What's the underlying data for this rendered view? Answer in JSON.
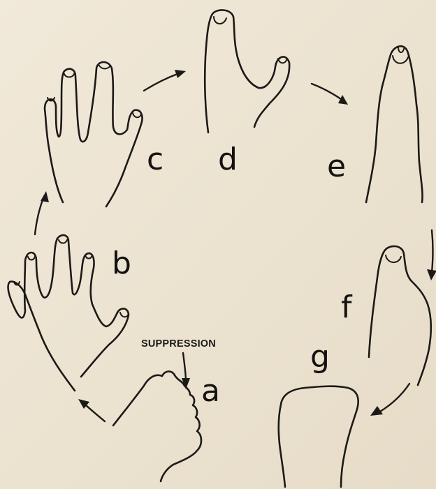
{
  "diagram": {
    "stages": [
      {
        "id": "a",
        "label": "a"
      },
      {
        "id": "b",
        "label": "b"
      },
      {
        "id": "c",
        "label": "c"
      },
      {
        "id": "d",
        "label": "d"
      },
      {
        "id": "e",
        "label": "e"
      },
      {
        "id": "f",
        "label": "f"
      },
      {
        "id": "g",
        "label": "g"
      }
    ],
    "annotation": "SUPPRESSION",
    "sequence": [
      "a",
      "b",
      "c",
      "d",
      "e",
      "f",
      "g"
    ],
    "colors": {
      "paper": "#eee5d4",
      "ink": "#1c1a17"
    }
  }
}
